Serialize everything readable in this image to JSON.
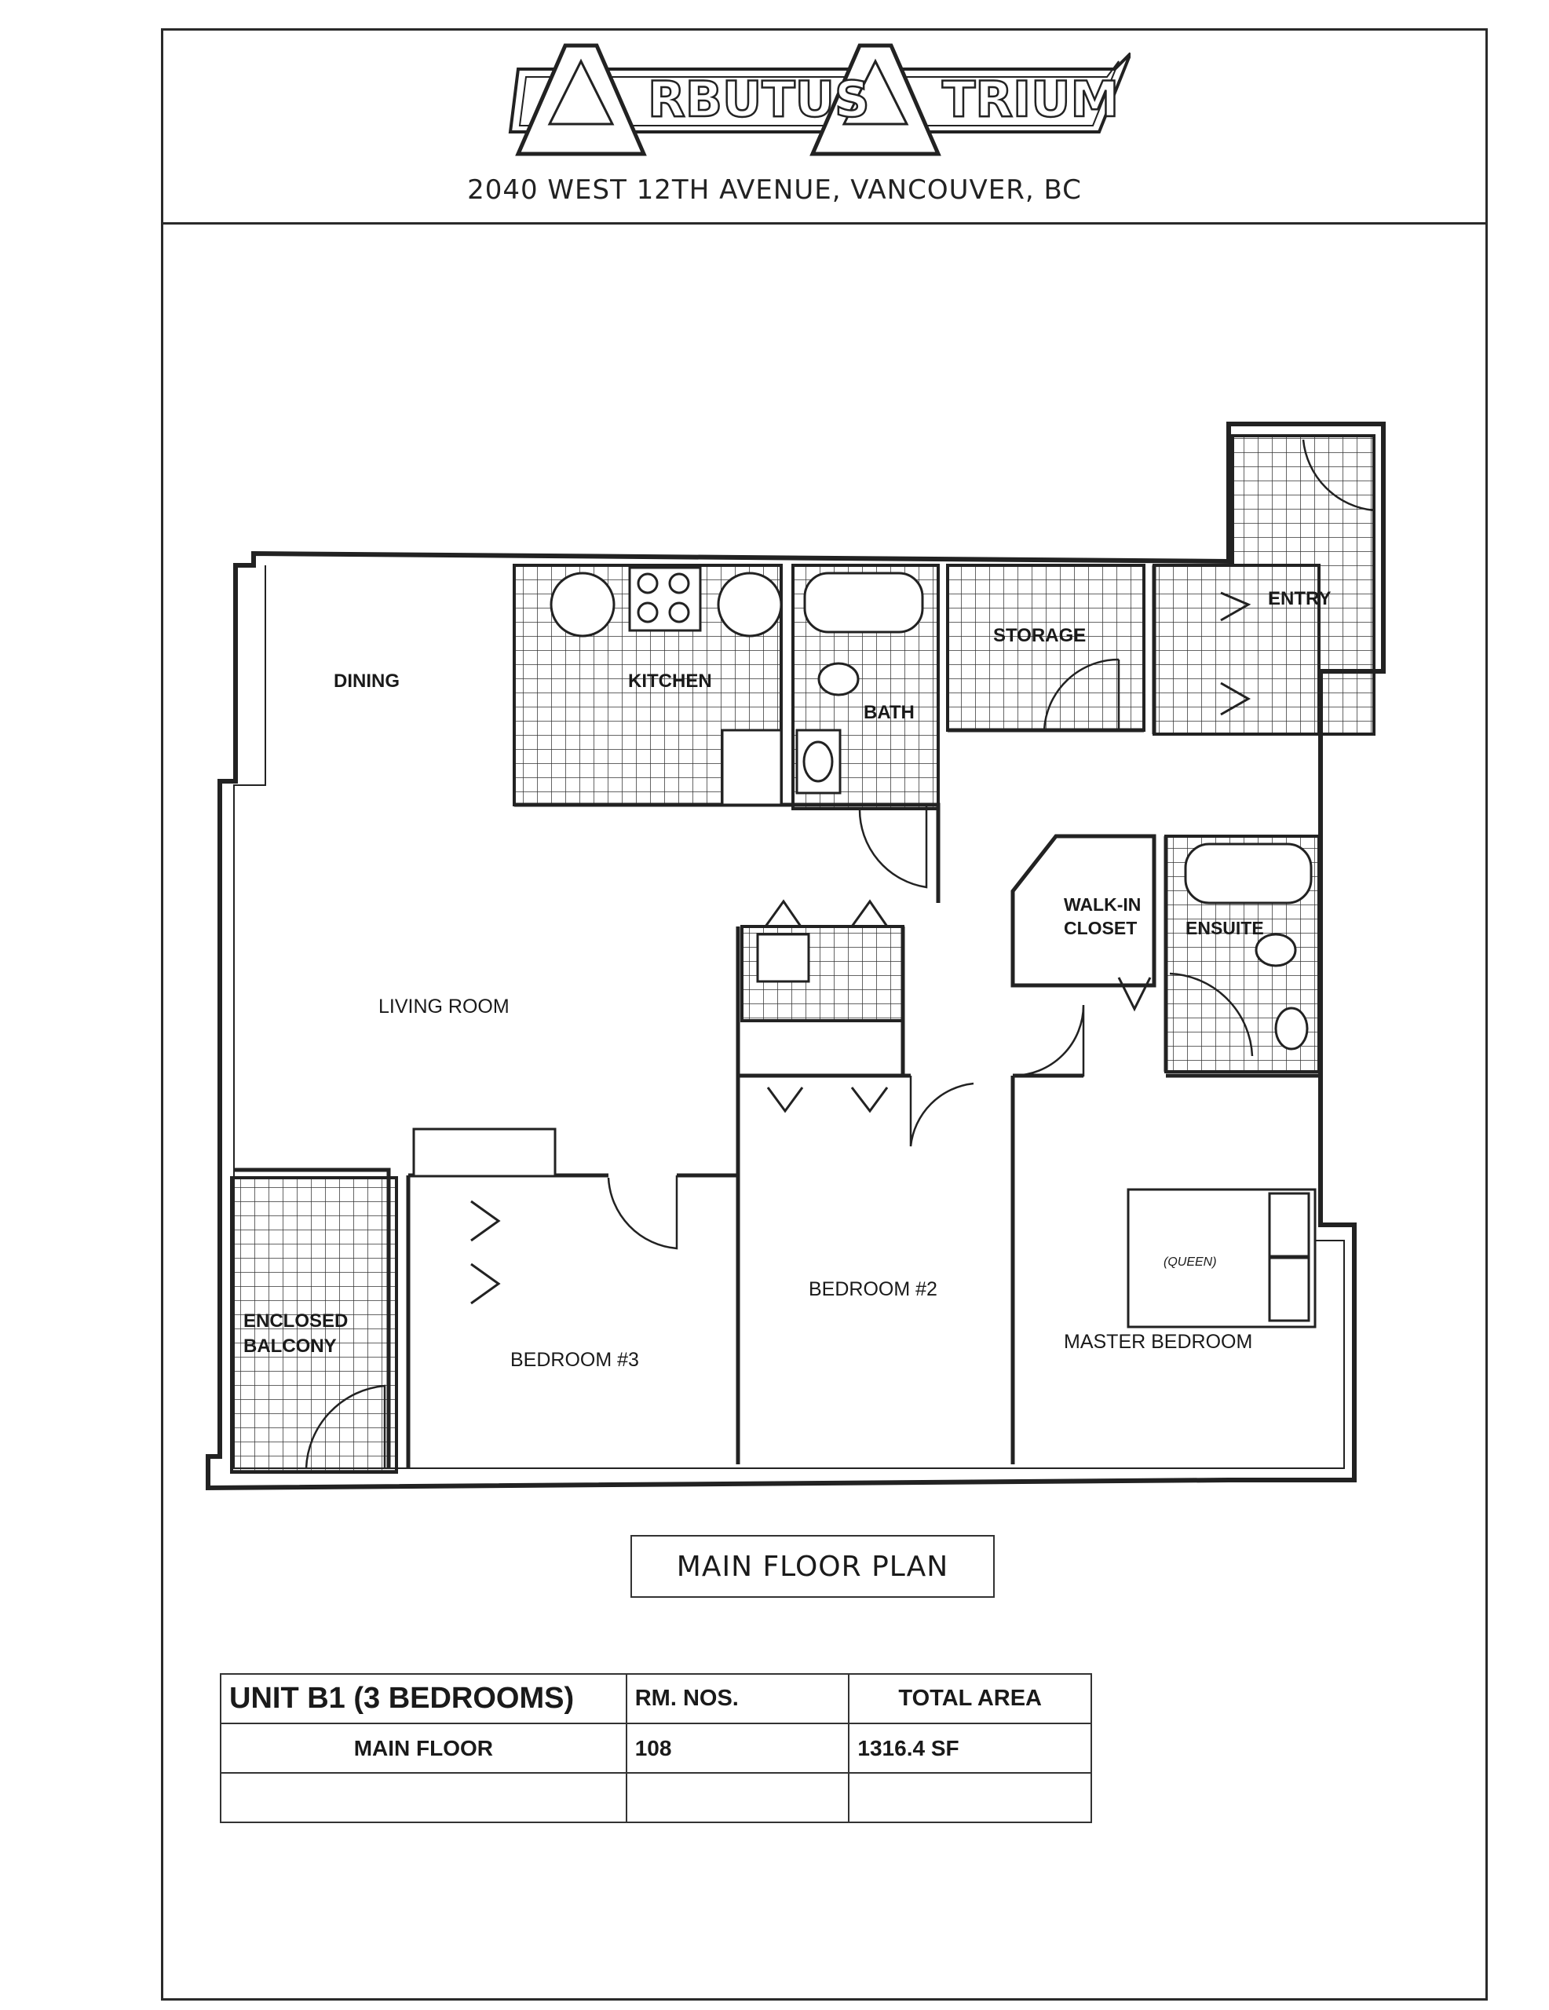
{
  "header": {
    "logo_text": "ARBUTUS ATRIUM",
    "address": "2040 WEST 12TH AVENUE, VANCOUVER, BC"
  },
  "rooms": {
    "dining": "DINING",
    "kitchen": "KITCHEN",
    "bath": "BATH",
    "storage": "STORAGE",
    "entry": "ENTRY",
    "living_room": "LIVING ROOM",
    "walk_in_closet_1": "WALK-IN",
    "walk_in_closet_2": "CLOSET",
    "ensuite": "ENSUITE",
    "enclosed_balcony_1": "ENCLOSED",
    "enclosed_balcony_2": "BALCONY",
    "bedroom_3": "BEDROOM #3",
    "bedroom_2": "BEDROOM #2",
    "master_bedroom": "MASTER BEDROOM",
    "bed_size": "(QUEEN)"
  },
  "plan_title": "MAIN FLOOR PLAN",
  "unit_table": {
    "unit": "UNIT B1 (3 BEDROOMS)",
    "rm_nos_header": "RM. NOS.",
    "total_area_header": "TOTAL AREA",
    "floor": "MAIN FLOOR",
    "rm_no": "108",
    "area": "1316.4 SF"
  }
}
